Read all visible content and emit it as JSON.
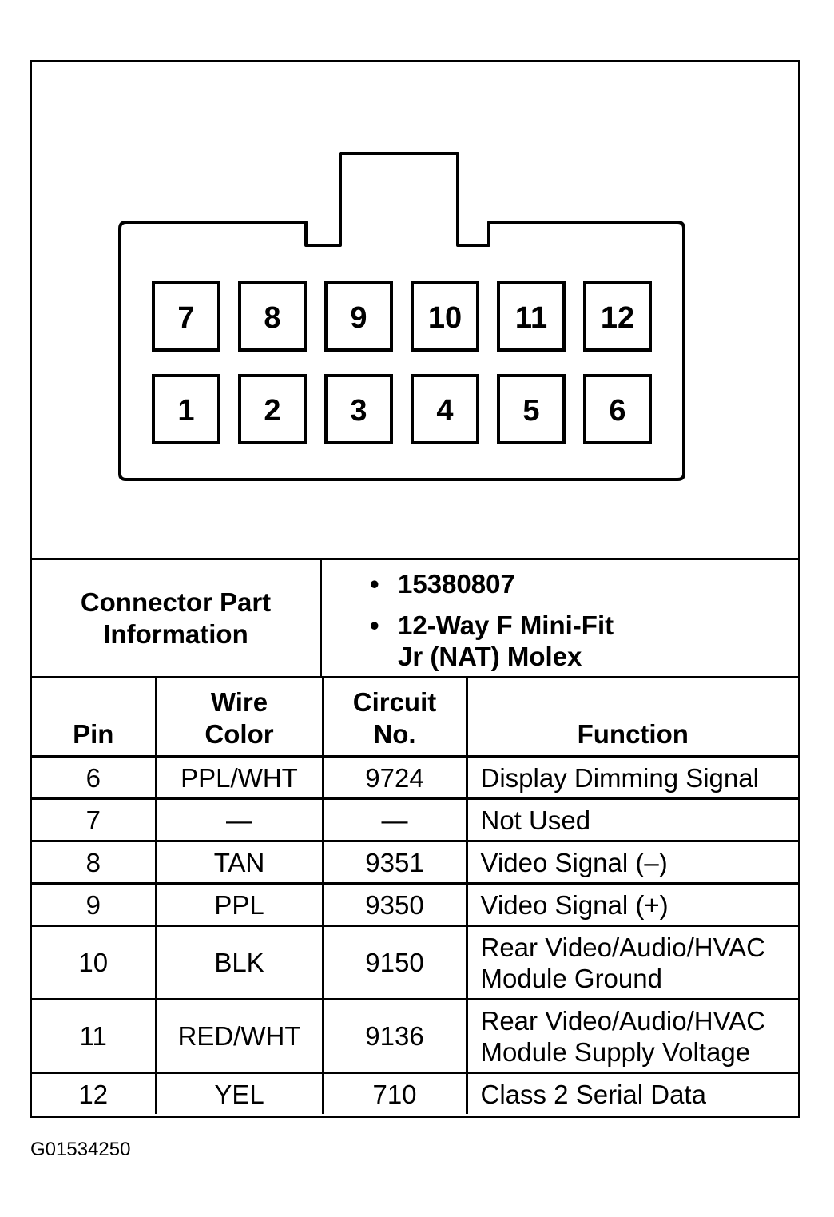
{
  "connector": {
    "top_row_pins": [
      "7",
      "8",
      "9",
      "10",
      "11",
      "12"
    ],
    "bottom_row_pins": [
      "1",
      "2",
      "3",
      "4",
      "5",
      "6"
    ]
  },
  "part_info": {
    "label_line1": "Connector Part",
    "label_line2": "Information",
    "bullet_1": "15380807",
    "bullet_2_line1": "12-Way F Mini-Fit",
    "bullet_2_line2": "Jr (NAT) Molex",
    "bullet_symbol": "•"
  },
  "table": {
    "headers": {
      "pin": "Pin",
      "wire_color_line1": "Wire",
      "wire_color_line2": "Color",
      "circuit_line1": "Circuit",
      "circuit_line2": "No.",
      "function": "Function"
    },
    "rows": [
      {
        "pin": "6",
        "wire": "PPL/WHT",
        "circuit": "9724",
        "function_line1": "Display Dimming Signal",
        "function_line2": ""
      },
      {
        "pin": "7",
        "wire": "—",
        "circuit": "—",
        "function_line1": "Not Used",
        "function_line2": ""
      },
      {
        "pin": "8",
        "wire": "TAN",
        "circuit": "9351",
        "function_line1": "Video Signal (–)",
        "function_line2": ""
      },
      {
        "pin": "9",
        "wire": "PPL",
        "circuit": "9350",
        "function_line1": "Video Signal (+)",
        "function_line2": ""
      },
      {
        "pin": "10",
        "wire": "BLK",
        "circuit": "9150",
        "function_line1": "Rear Video/Audio/HVAC",
        "function_line2": "Module Ground"
      },
      {
        "pin": "11",
        "wire": "RED/WHT",
        "circuit": "9136",
        "function_line1": "Rear Video/Audio/HVAC",
        "function_line2": "Module Supply Voltage"
      },
      {
        "pin": "12",
        "wire": "YEL",
        "circuit": "710",
        "function_line1": "Class 2 Serial Data",
        "function_line2": ""
      }
    ]
  },
  "figure_id": "G01534250"
}
